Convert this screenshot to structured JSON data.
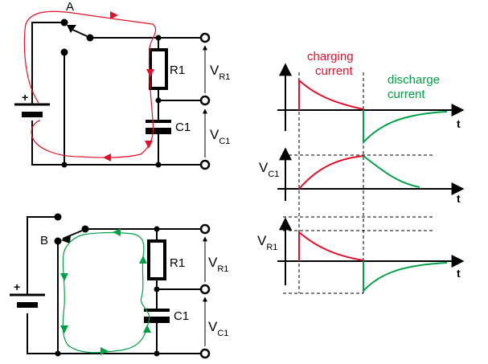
{
  "circuit_a": {
    "switch_label": "A",
    "resistor_label": "R1",
    "capacitor_label": "C1",
    "battery_plus": "+",
    "vr_main": "V",
    "vr_sub": "R1",
    "vc_main": "V",
    "vc_sub": "C1"
  },
  "circuit_b": {
    "switch_label": "B",
    "resistor_label": "R1",
    "capacitor_label": "C1",
    "battery_plus": "+",
    "vr_main": "V",
    "vr_sub": "R1",
    "vc_main": "V",
    "vc_sub": "C1"
  },
  "graphs": {
    "charging_line1": "charging",
    "charging_line2": "current",
    "discharge_line1": "discharge",
    "discharge_line2": "current",
    "vc_main": "V",
    "vc_sub": "C1",
    "vr_main": "V",
    "vr_sub": "R1",
    "t_label_1": "t",
    "t_label_2": "t",
    "t_label_3": "t"
  },
  "colors": {
    "charging": "#e0102a",
    "discharge": "#00a046",
    "wire": "#000000"
  }
}
